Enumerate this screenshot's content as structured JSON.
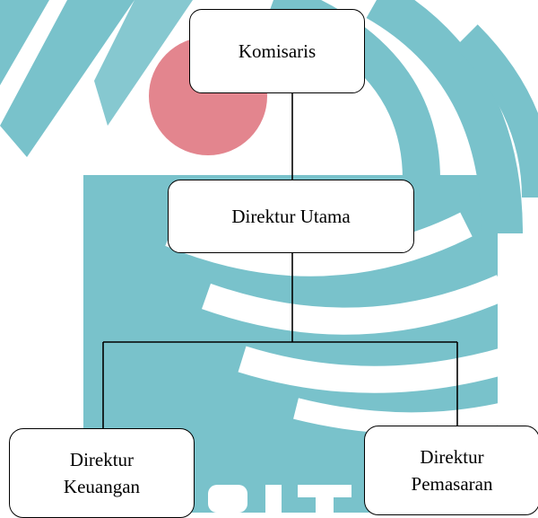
{
  "colors": {
    "background": "#ffffff",
    "watermark_teal": "#79c2cb",
    "watermark_red": "#e3858e",
    "box_border": "#000000",
    "connector": "#000000"
  },
  "org_chart": {
    "root": {
      "label": "Komisaris"
    },
    "level1": {
      "label": "Direktur Utama"
    },
    "level2": [
      {
        "label": "Direktur\nKeuangan"
      },
      {
        "label": "Direktur\nPemasaran"
      }
    ]
  }
}
